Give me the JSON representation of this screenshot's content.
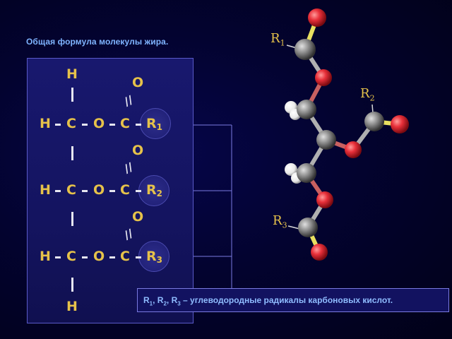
{
  "title": "Общая формула молекулы жира.",
  "formula": {
    "top_h": "H",
    "bottom_h": "H",
    "rows": [
      {
        "h": "H",
        "c": "C",
        "o": "O",
        "c2": "C",
        "carbonyl_o": "O",
        "r": "R",
        "r_sub": "1"
      },
      {
        "h": "H",
        "c": "C",
        "o": "O",
        "c2": "C",
        "carbonyl_o": "O",
        "r": "R",
        "r_sub": "2"
      },
      {
        "h": "H",
        "c": "C",
        "o": "O",
        "c2": "C",
        "carbonyl_o": "O",
        "r": "R",
        "r_sub": "3"
      }
    ]
  },
  "note": {
    "r1": "R",
    "s1": "1",
    "r2": "R",
    "s2": "2",
    "r3": "R",
    "s3": "3",
    "text": " – углеводородные радикалы карбоновых кислот."
  },
  "model_labels": [
    {
      "r": "R",
      "sub": "1"
    },
    {
      "r": "R",
      "sub": "2"
    },
    {
      "r": "R",
      "sub": "3"
    }
  ],
  "colors": {
    "formula_text": "#e6c24a",
    "title": "#7fb4ff",
    "oxygen": "#e8303a",
    "carbon": "#808080",
    "hydrogen": "#ffffff"
  }
}
